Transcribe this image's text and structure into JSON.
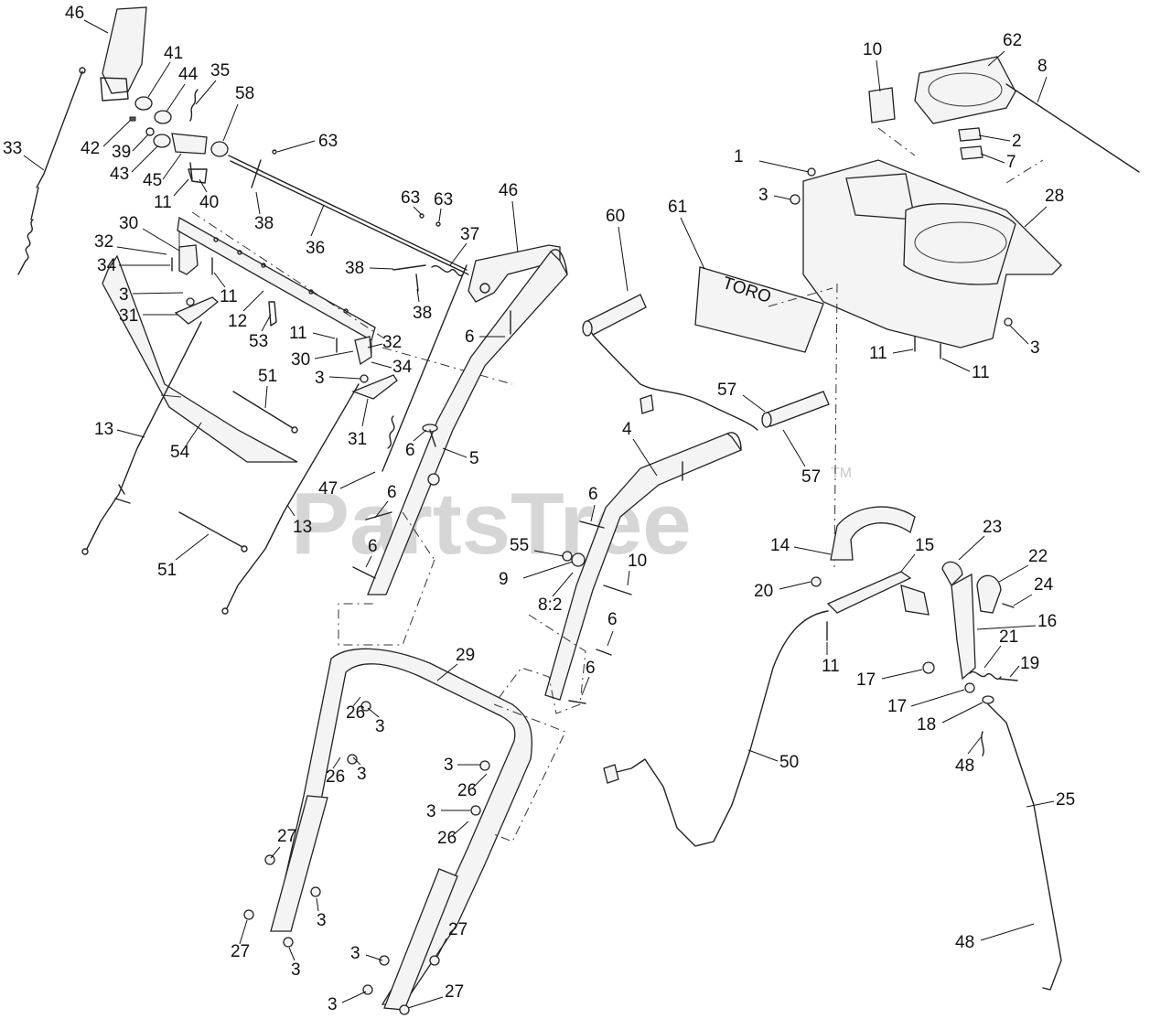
{
  "watermark": {
    "text": "PartsTree",
    "trademark": "TM"
  },
  "decal_text": "TORO",
  "callouts": [
    "46",
    "41",
    "44",
    "35",
    "58",
    "63",
    "33",
    "42",
    "39",
    "43",
    "45",
    "11",
    "40",
    "38",
    "36",
    "30",
    "32",
    "34",
    "3",
    "31",
    "12",
    "53",
    "37",
    "46",
    "38",
    "60",
    "6",
    "13",
    "54",
    "51",
    "47",
    "5",
    "4",
    "57",
    "61",
    "55",
    "9",
    "8:2",
    "10",
    "10",
    "62",
    "8",
    "2",
    "7",
    "1",
    "29",
    "28",
    "27",
    "26",
    "14",
    "15",
    "20",
    "23",
    "22",
    "24",
    "16",
    "21",
    "17",
    "19",
    "18",
    "48",
    "50",
    "25",
    "48"
  ]
}
